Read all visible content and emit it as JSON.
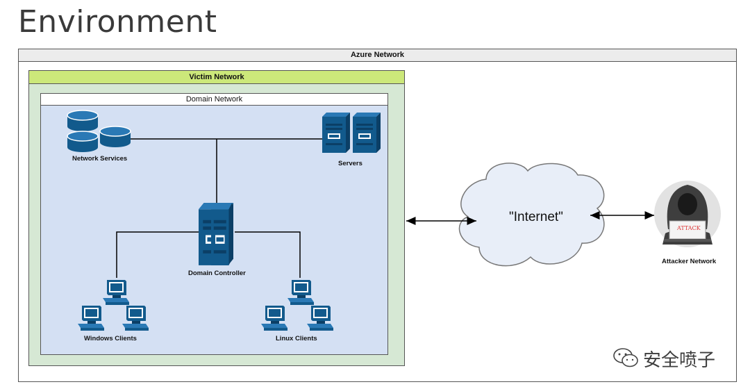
{
  "page": {
    "title": "Environment"
  },
  "zones": {
    "azure": "Azure Network",
    "victim": "Victim Network",
    "domain": "Domain Network"
  },
  "nodes": {
    "network_services": "Network Services",
    "servers": "Servers",
    "domain_controller": "Domain Controller",
    "windows_clients": "Windows Clients",
    "linux_clients": "Linux Clients",
    "internet": "\"Internet\"",
    "attacker": "Attacker Network",
    "attack_screen": "ATTACK"
  },
  "watermark": {
    "text": "安全喷子"
  },
  "colors": {
    "device_blue": "#125a8c",
    "victim_header": "#cce87a",
    "victim_fill": "#d6e8d4",
    "domain_fill": "#d4e0f3",
    "cloud_fill": "#e8eef8"
  }
}
